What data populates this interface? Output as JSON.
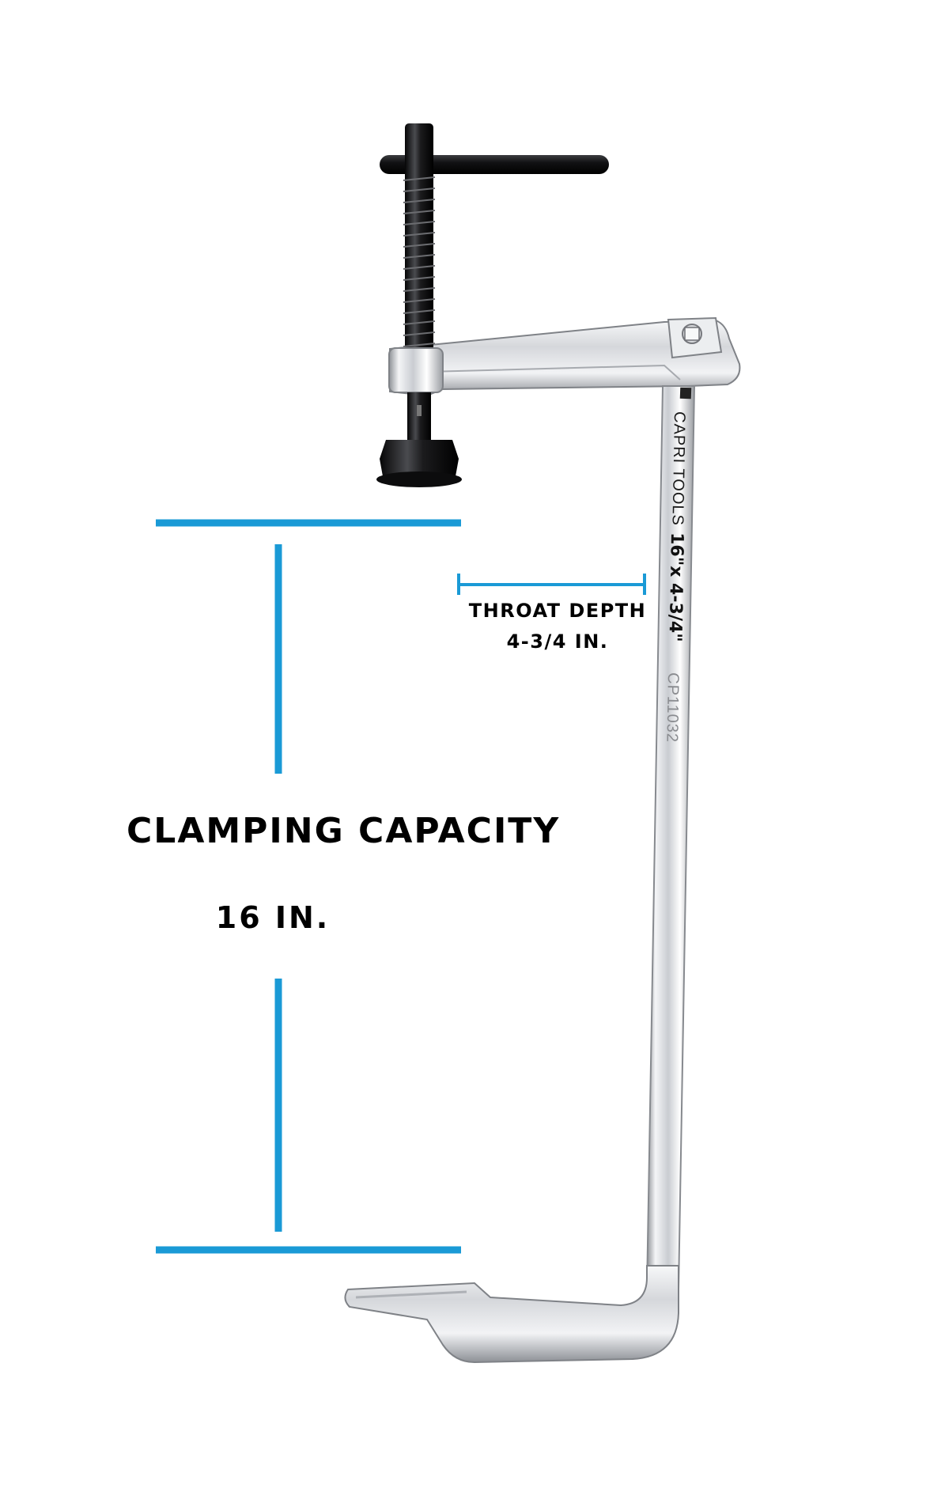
{
  "product": {
    "brand": "CAPRI TOOLS",
    "size_marking": "16\"x 4-3/4\"",
    "model": "CP11032"
  },
  "annotations": {
    "clamping_capacity": {
      "title": "CLAMPING\nCAPACITY",
      "value": "16 IN."
    },
    "throat_depth": {
      "title": "THROAT DEPTH",
      "value": "4-3/4 IN."
    }
  },
  "colors": {
    "background": "#ffffff",
    "dimension_line": "#1a9ad6",
    "label_text": "#000000",
    "clamp_body": "#e6e7ea",
    "handle": "#1b1b1d"
  }
}
